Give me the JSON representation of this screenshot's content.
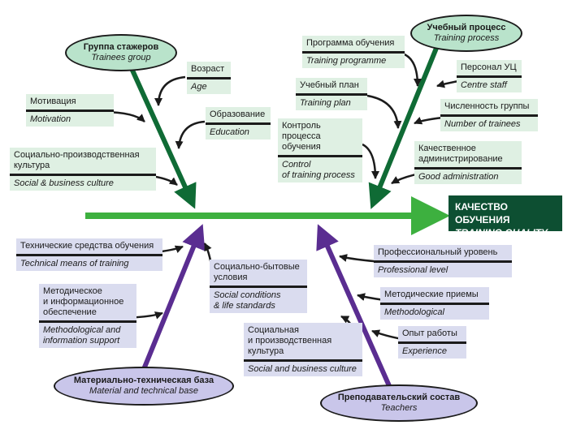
{
  "result": {
    "ru": "КАЧЕСТВО ОБУЧЕНИЯ",
    "en": "TRAINING QUALITY"
  },
  "groups": {
    "trainees": {
      "ru": "Группа стажеров",
      "en": "Trainees group"
    },
    "process": {
      "ru": "Учебный процесс",
      "en": "Training process"
    },
    "base": {
      "ru": "Материально-техническая база",
      "en": "Material and technical base"
    },
    "teachers": {
      "ru": "Преподавательский состав",
      "en": "Teachers"
    }
  },
  "factors": {
    "age": {
      "ru": "Возраст",
      "en": "Age"
    },
    "motivation": {
      "ru": "Мотивация",
      "en": "Motivation"
    },
    "education": {
      "ru": "Образование",
      "en": "Education"
    },
    "culture": {
      "ru": "Социально-производственная\nкультура",
      "en": "Social & business culture"
    },
    "programme": {
      "ru": "Программа обучения",
      "en": "Training programme"
    },
    "plan": {
      "ru": "Учебный план",
      "en": "Training plan"
    },
    "control": {
      "ru": "Контроль\nпроцесса обучения",
      "en": "Control\nof training process"
    },
    "staff": {
      "ru": "Персонал УЦ",
      "en": "Centre staff"
    },
    "group_size": {
      "ru": "Численность группы",
      "en": "Number of trainees"
    },
    "administration": {
      "ru": "Качественное\nадминистрирование",
      "en": "Good administration"
    },
    "tech_means": {
      "ru": "Технические средства обучения",
      "en": "Technical means of training"
    },
    "method_support": {
      "ru": "Методическое\nи информационное\nобеспечение",
      "en": "Methodological and\ninformation support"
    },
    "social_conditions": {
      "ru": "Социально-бытовые\nусловия",
      "en": "Social conditions\n& life standards"
    },
    "social_culture": {
      "ru": "Социальная\nи производственная\nкультура",
      "en": "Social and business culture"
    },
    "prof_level": {
      "ru": "Профессиональный уровень",
      "en": "Professional level"
    },
    "methods": {
      "ru": "Методические приемы",
      "en": "Methodological"
    },
    "experience": {
      "ru": "Опыт работы",
      "en": "Experience"
    }
  },
  "colors": {
    "spine": "#3db03f",
    "green_bone": "#0f6b35",
    "purple_bone": "#5a2d91",
    "box_green": "#dff0e3",
    "box_purple": "#dadcef"
  }
}
